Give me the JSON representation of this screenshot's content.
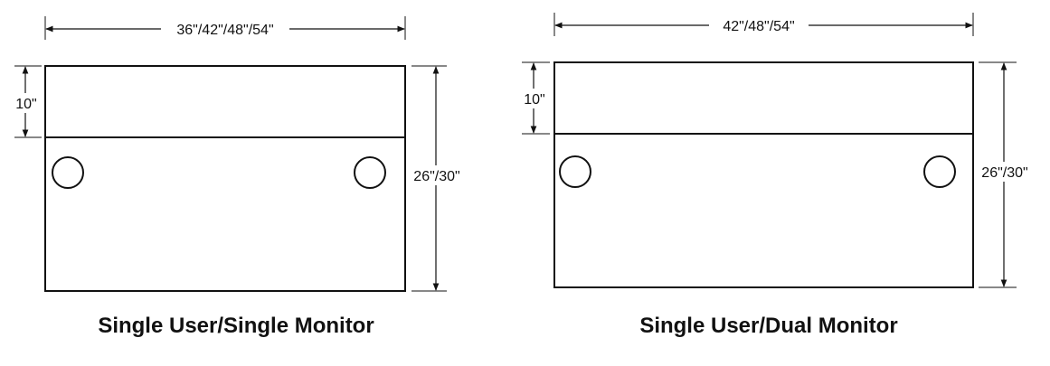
{
  "colors": {
    "line": "#111111",
    "background": "#ffffff"
  },
  "diagrams": [
    {
      "id": "single-monitor",
      "width_label": "36\"/42\"/48\"/54\"",
      "top_depth_label": "10\"",
      "total_depth_label": "26\"/30\"",
      "grommet_holes": 2,
      "caption": "Single User/Single Monitor"
    },
    {
      "id": "dual-monitor",
      "width_label": "42\"/48\"/54\"",
      "top_depth_label": "10\"",
      "total_depth_label": "26\"/30\"",
      "grommet_holes": 2,
      "caption": "Single User/Dual Monitor"
    }
  ]
}
